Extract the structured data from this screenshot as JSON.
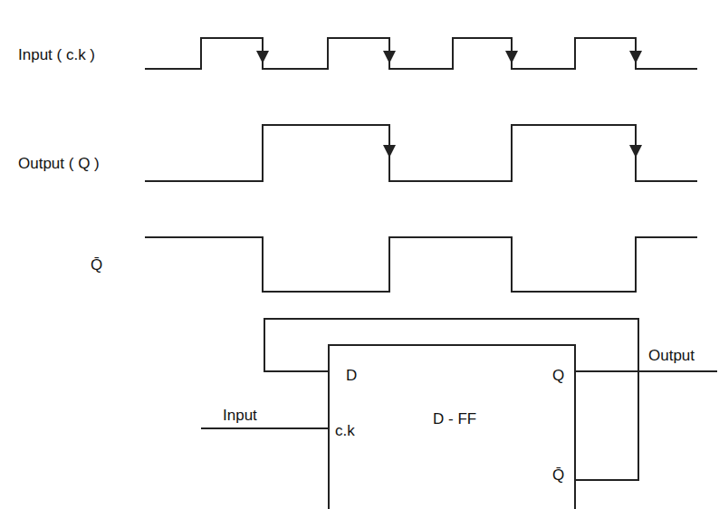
{
  "diagram": {
    "nodes": [
      {
        "text": [
          "D - FF",
          "D",
          "c.k",
          "Q",
          "Q̄"
        ]
      }
    ],
    "edges": [],
    "labels": [
      "Input ( c.k )",
      "Output ( Q )",
      "Q̄",
      "Input",
      "Output"
    ]
  }
}
